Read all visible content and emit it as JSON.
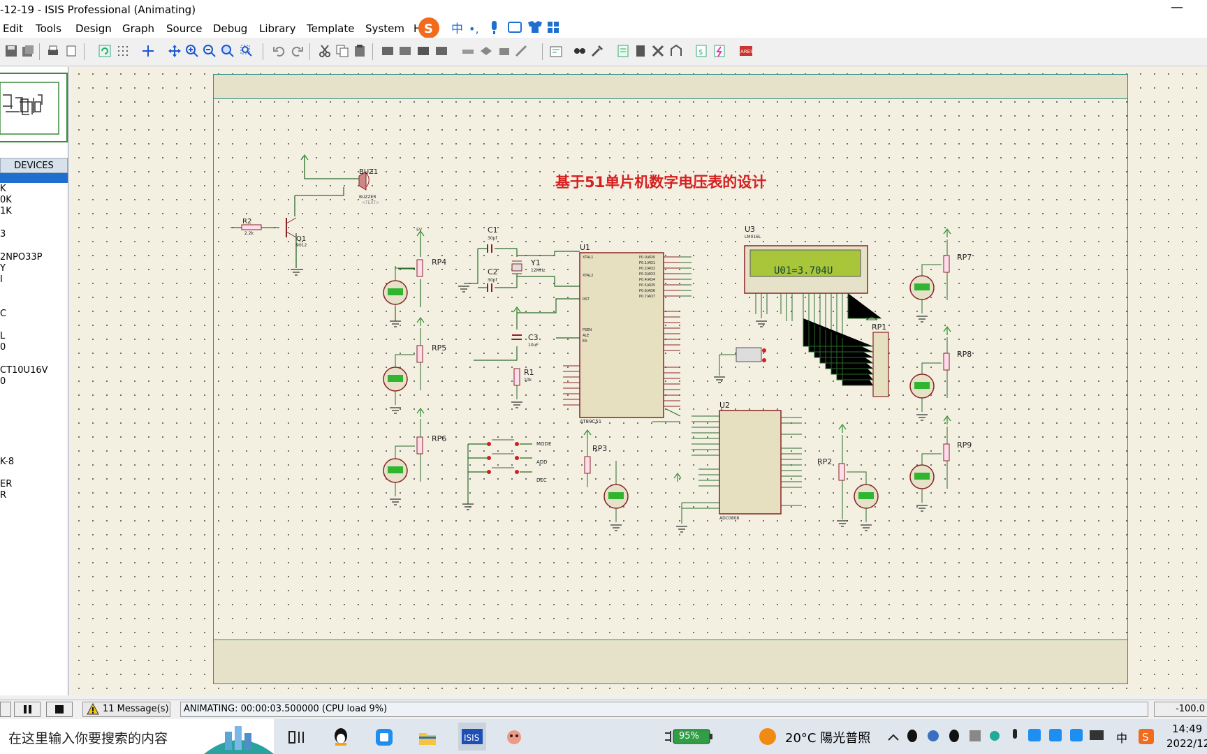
{
  "window": {
    "title": "-12-19 - ISIS Professional (Animating)",
    "minimize": "—"
  },
  "menu": [
    "Edit",
    "Tools",
    "Design",
    "Graph",
    "Source",
    "Debug",
    "Library",
    "Template",
    "System",
    "H"
  ],
  "ime": {
    "label": "中",
    "punct": "•,"
  },
  "left_panel": {
    "devices_header": "DEVICES",
    "devices": [
      "K",
      "0K",
      "1K",
      "3",
      "2NPO33P",
      "Y",
      "I",
      "C",
      "L",
      "0",
      "CT10U16V",
      "0",
      "K-8",
      "ER",
      "R"
    ]
  },
  "schematic": {
    "title": "基于51单片机数字电压表的设计",
    "components": {
      "buzzer": {
        "ref": "BUZ1",
        "type": "BUZZER",
        "text": "<TEXT>"
      },
      "r2": {
        "ref": "R2",
        "value": "2.2k"
      },
      "q1": {
        "ref": "Q1",
        "type": "9012"
      },
      "rp4": "RP4",
      "rp5": "RP5",
      "rp6": "RP6",
      "rp3": "RP3",
      "rp2": "RP2",
      "rp7": "RP7",
      "rp8": "RP8",
      "rp9": "RP9",
      "rp1": "RP1",
      "c1": {
        "ref": "C1",
        "value": "30pf"
      },
      "c2": {
        "ref": "C2",
        "value": "30pf"
      },
      "c3": {
        "ref": "C3",
        "value": "10uF"
      },
      "y1": {
        "ref": "Y1",
        "value": "12MHz"
      },
      "r1": {
        "ref": "R1",
        "value": "10k"
      },
      "u1": {
        "ref": "U1",
        "type": "AT89C51"
      },
      "u2": {
        "ref": "U2",
        "type": "ADC0808"
      },
      "u3": {
        "ref": "U3",
        "type": "LM016L"
      },
      "lcd_text": "U01=3.704U",
      "btn_mode": "MODE",
      "btn_add": "ADD",
      "btn_dec": "DEC",
      "supply": "5V"
    }
  },
  "status": {
    "messages": "11 Message(s)",
    "animating": "ANIMATING: 00:00:03.500000 (CPU load 9%)",
    "coord": "-100.0"
  },
  "taskbar": {
    "search_placeholder": "在这里输入你要搜索的内容",
    "battery": "95%",
    "weather": "20°C  陽光普照",
    "time": "14:49",
    "date": "2022/12"
  }
}
